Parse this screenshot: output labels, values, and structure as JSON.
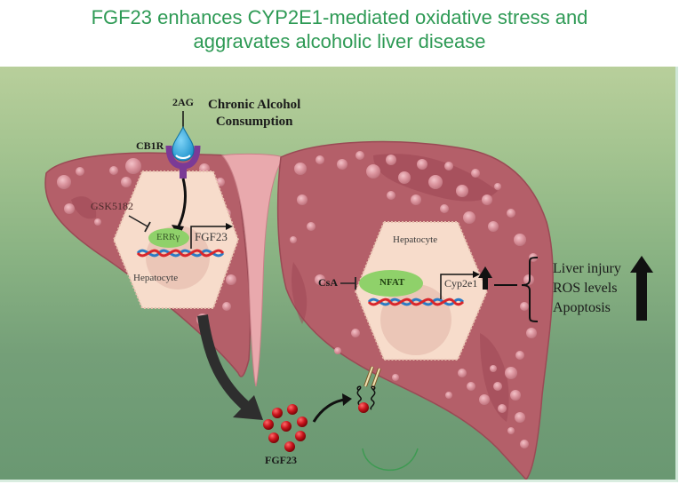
{
  "title": {
    "line1": "FGF23 enhances CYP2E1-mediated oxidative stress and",
    "line2": "aggravates alcoholic liver disease"
  },
  "diagram": {
    "context_label_line1": "Chronic Alcohol",
    "context_label_line2": "Consumption",
    "ligand_label": "2AG",
    "receptor_label": "CB1R",
    "inhibitor_left_label": "GSK5182",
    "transcription_factor_left": "ERRγ",
    "gene_left": "FGF23",
    "cell_left_label": "Hepatocyte",
    "cell_right_label": "Hepatocyte",
    "inhibitor_right_label": "CsA",
    "transcription_factor_right": "NFAT",
    "gene_right": "Cyp2e1",
    "secreted_factor_label": "FGF23",
    "outcomes": [
      "Liver injury",
      "ROS levels",
      "Apoptosis"
    ],
    "outcome_direction": "increase",
    "colors": {
      "title_green": "#2e9a55",
      "liver": "#b45f69",
      "hepatocyte": "#f7dccb",
      "erry_green": "#8fd16a",
      "nfat_green": "#8fd16a",
      "receptor_purple": "#7b3a96",
      "ligand_blue": "#2aa6e0",
      "fgf23_red": "#c0141c"
    }
  }
}
